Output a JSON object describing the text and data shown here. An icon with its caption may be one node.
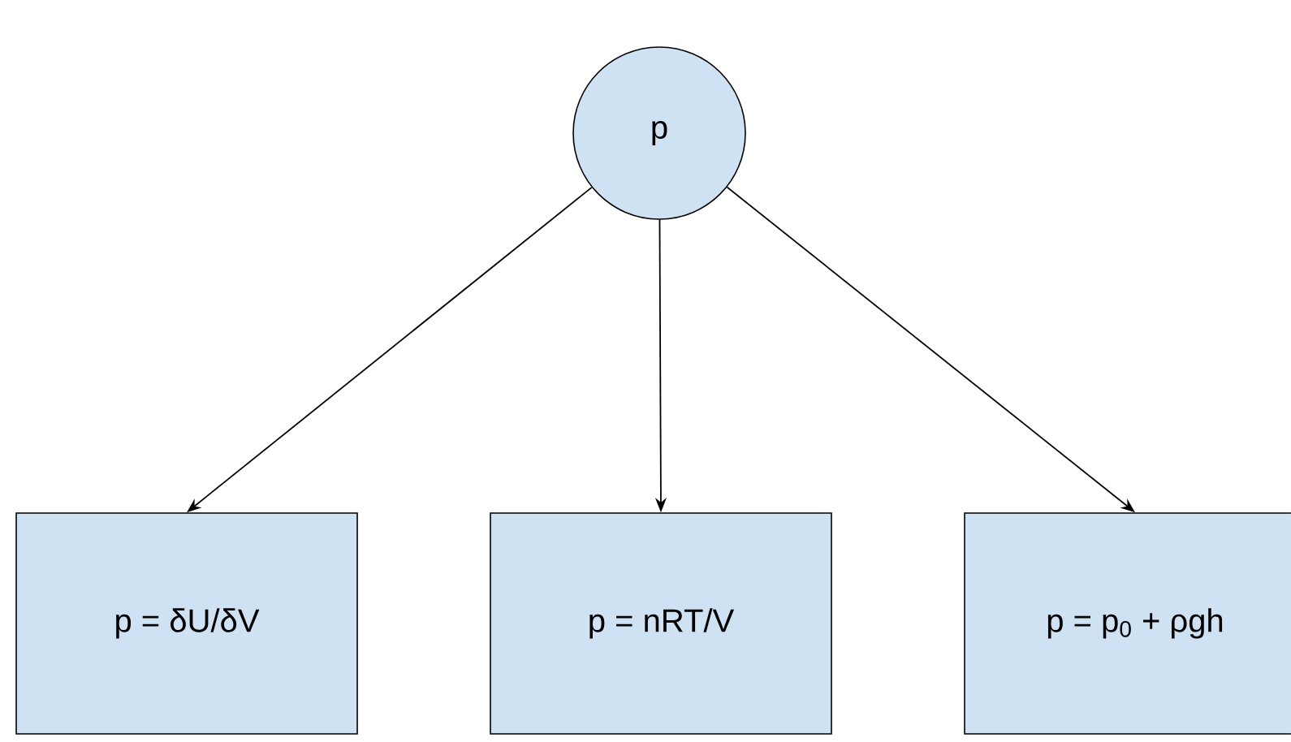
{
  "diagram": {
    "nodes": [
      {
        "text": [
          "p"
        ]
      },
      {
        "text": [
          "p = δU/δV"
        ]
      },
      {
        "text": [
          "p = nRT/V"
        ]
      },
      {
        "text": [
          "p = p$_{0}$ + ρgh"
        ]
      }
    ],
    "edges": [
      {
        "from": 0,
        "to": 1,
        "arrow": "to"
      },
      {
        "from": 0,
        "to": 2,
        "arrow": "to"
      },
      {
        "from": 0,
        "to": 3,
        "arrow": "to"
      }
    ]
  }
}
